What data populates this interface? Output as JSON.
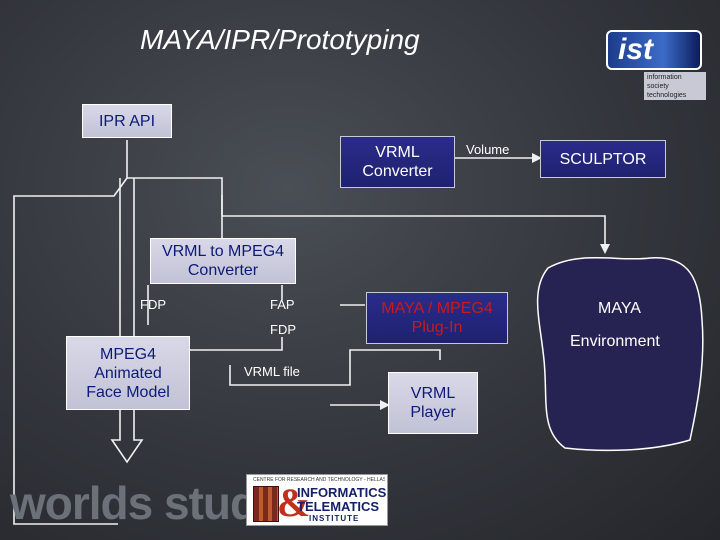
{
  "title": "MAYA/IPR/Prototyping",
  "boxes": {
    "ipr_api": "IPR API",
    "vrml_converter": "VRML Converter",
    "sculptor": "SCULPTOR",
    "vrml_to_mpeg4": "VRML to MPEG4 Converter",
    "mpeg4_face": "MPEG4 Animated Face Model",
    "maya_plugin": "MAYA / MPEG4 Plug-In",
    "vrml_player": "VRML Player",
    "maya_env_line1": "MAYA",
    "maya_env_line2": "Environment"
  },
  "labels": {
    "volume": "Volume",
    "fdp_left": "FDP",
    "fap": "FAP",
    "fdp_right": "FDP",
    "vrml_file": "VRML file"
  },
  "logos": {
    "ist": "ist",
    "ist_sub": "information society technologies",
    "worlds_studio": "worlds studio",
    "iti_top": "CENTRE FOR RESEARCH AND TECHNOLOGY - HELLAS",
    "iti_line1": "INFORMATICS",
    "iti_line2": "TELEMATICS",
    "iti_line3": "INSTITUTE",
    "iti_amp": "&"
  },
  "colors": {
    "background": "#33363c",
    "box_dark": "#1f2170",
    "box_light": "#c8c8dc",
    "plugin_text": "#c81a1a",
    "lines": "#f0f0f0",
    "maya_blob": "#262352"
  }
}
